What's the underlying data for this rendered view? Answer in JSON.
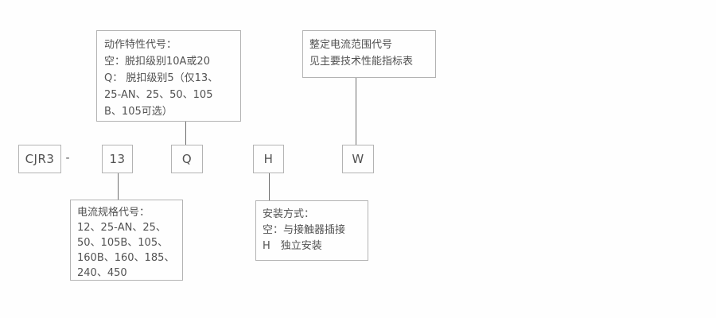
{
  "model": {
    "prefix": "CJR3",
    "separator": "-",
    "codes": [
      {
        "name": "current-spec-code",
        "value": "13"
      },
      {
        "name": "action-characteristic-code",
        "value": "Q"
      },
      {
        "name": "mounting-code",
        "value": "H"
      },
      {
        "name": "setting-current-range-code",
        "value": "W"
      }
    ]
  },
  "callouts": {
    "action_characteristic": {
      "lines": [
        "动作特性代号：",
        "空：脱扣级别10A或20",
        "Q： 脱扣级别5（仅13、",
        "25-AN、25、50、105",
        "B、105可选）"
      ]
    },
    "setting_current_range": {
      "lines": [
        "整定电流范围代号",
        "见主要技术性能指标表"
      ]
    },
    "current_spec": {
      "lines": [
        "电流规格代号：",
        "12、25-AN、25、",
        "50、105B、105、",
        "160B、160、185、",
        "240、450"
      ]
    },
    "mounting": {
      "lines": [
        "安装方式：",
        "空：与接触器插接",
        "H　独立安装"
      ]
    }
  },
  "colors": {
    "background": "#fefefe",
    "box_border": "#b3b3b3",
    "connector": "#6f6f6f",
    "text": "#525252"
  }
}
